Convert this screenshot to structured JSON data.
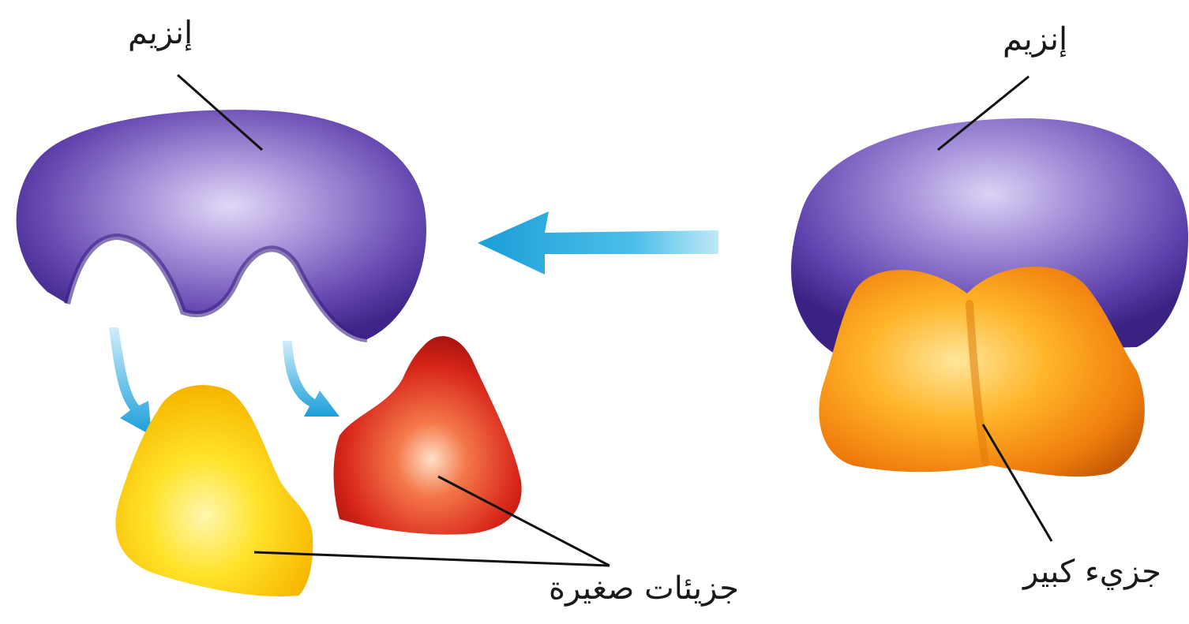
{
  "labels": {
    "enzyme_left": "إنزيم",
    "enzyme_right": "إنزيم",
    "small_molecules": "جزيئات صغيرة",
    "large_molecule": "جزيء كبير"
  },
  "colors": {
    "enzyme": "#5b3fa8",
    "enzyme_highlight": "#c9b8ee",
    "large_molecule": "#f08a10",
    "small_molecule_yellow": "#f7c400",
    "small_molecule_red": "#d8261a",
    "arrow": "#1ea7df",
    "leader_line": "#111111"
  }
}
